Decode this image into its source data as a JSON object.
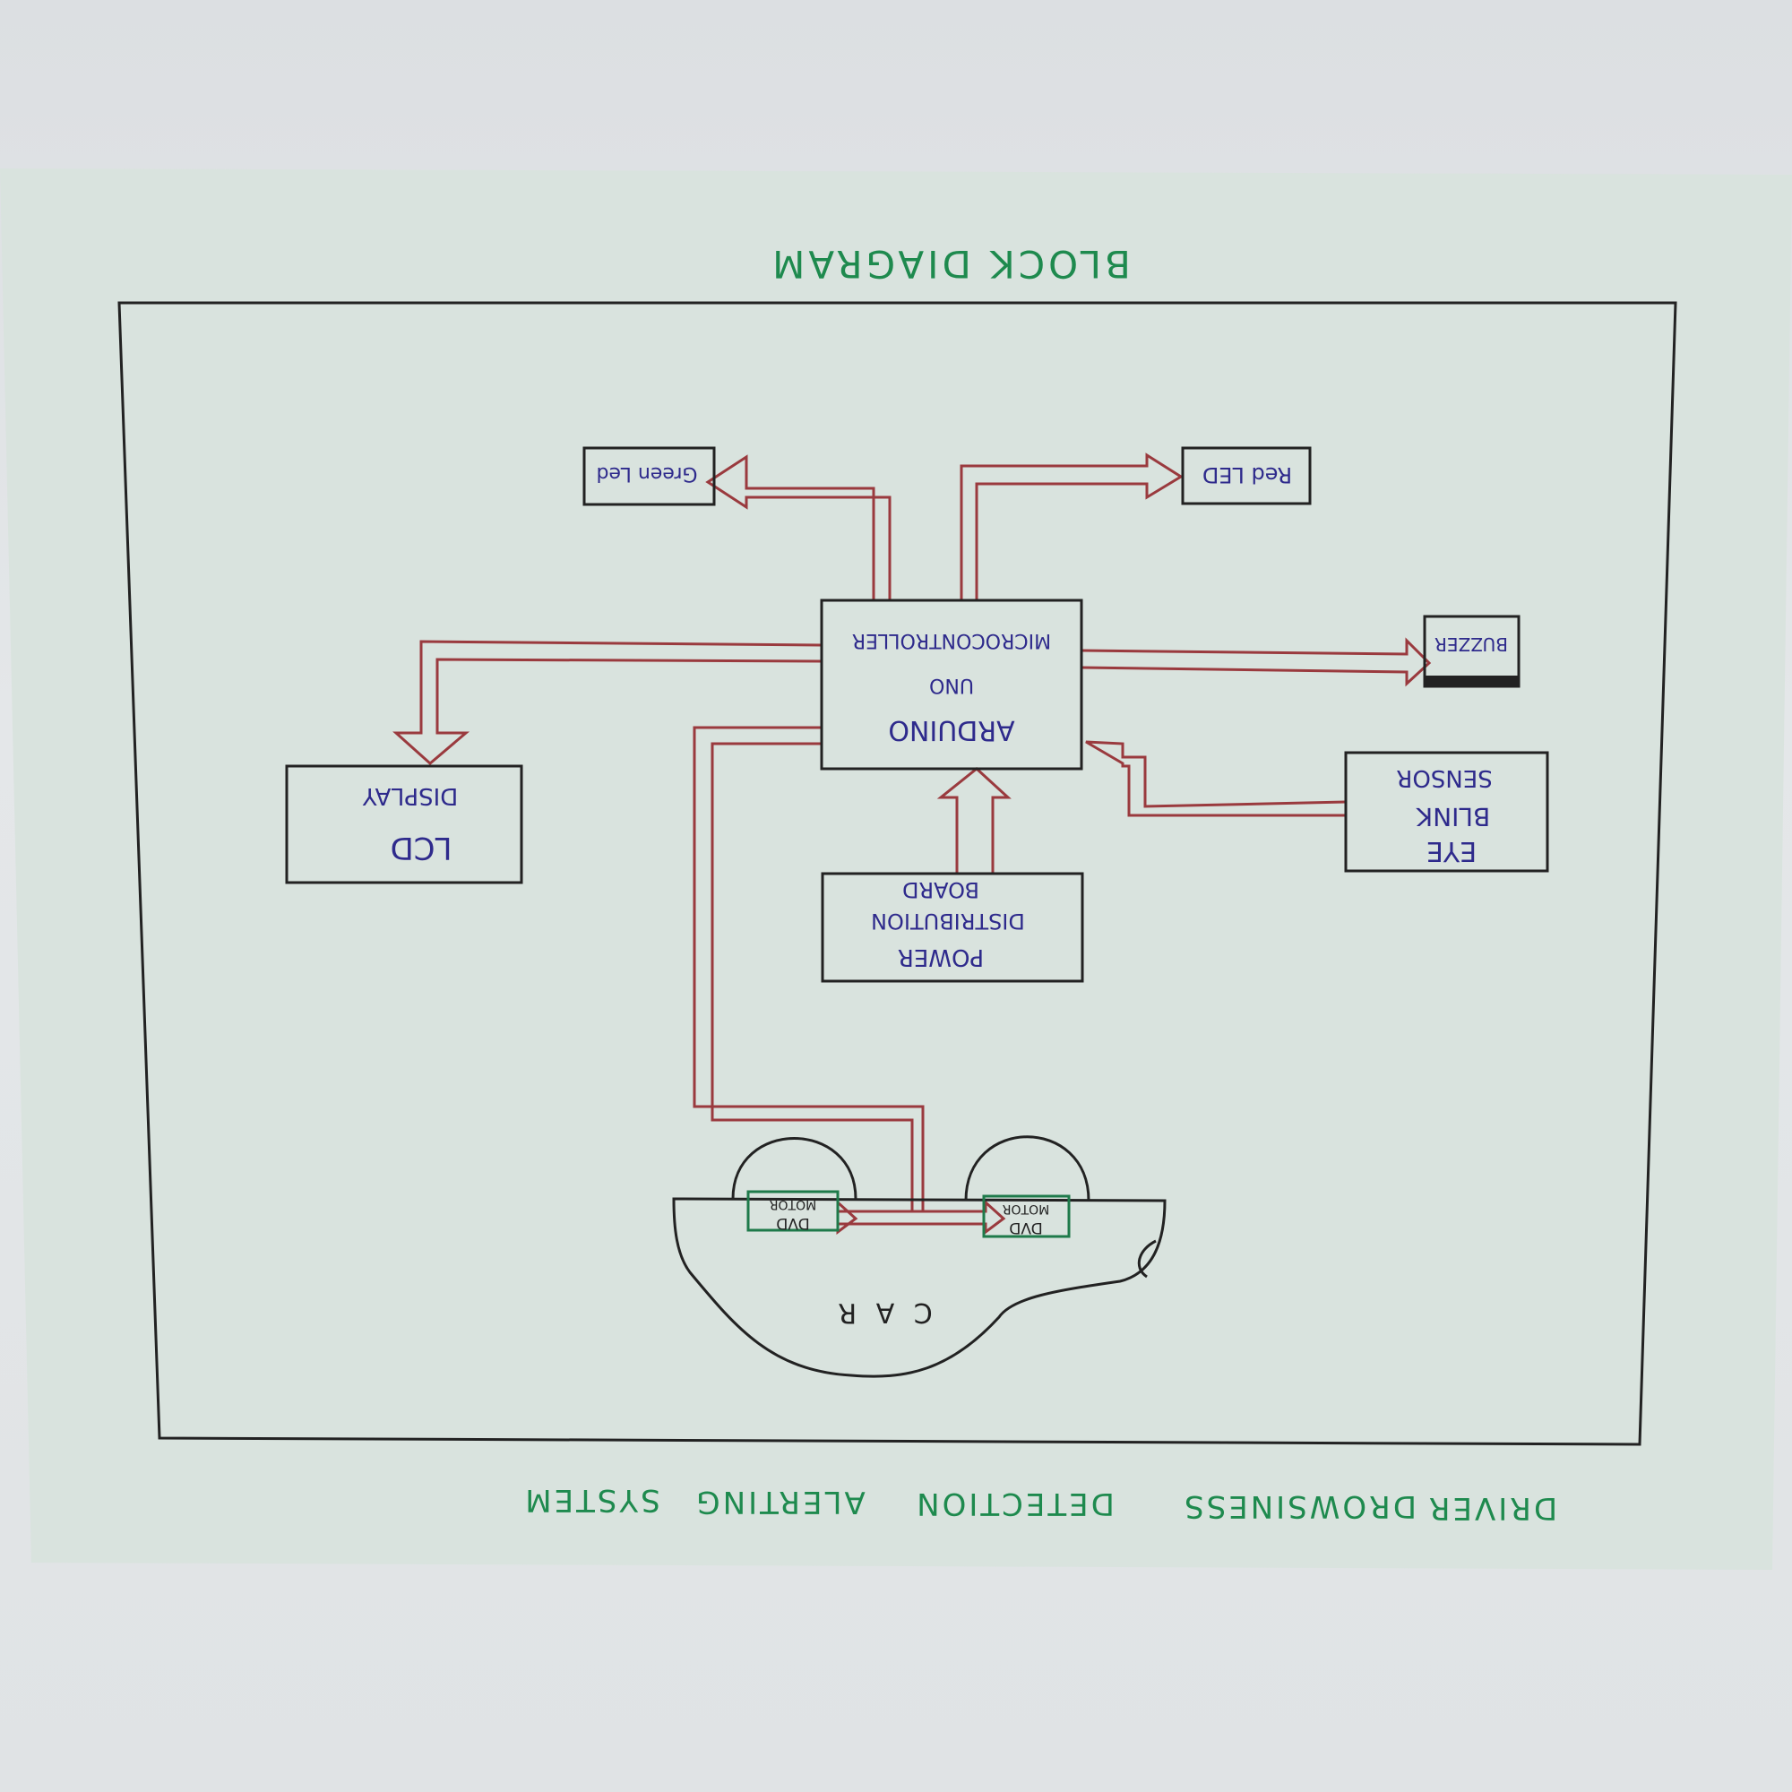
{
  "title": "BLOCK DIAGRAM",
  "footer": {
    "words": [
      "DRIVER",
      "DROWSINESS",
      "DETECTION",
      "ALERTING",
      "SYSTEM"
    ]
  },
  "blocks": {
    "arduino": {
      "line1": "MICROCONTROLLER",
      "line2": "UNO",
      "line3": "ARDUINO"
    },
    "lcd": {
      "line1": "LCD",
      "line2": "DISPLAY"
    },
    "power": {
      "line1": "POWER",
      "line2": "DISTRIBUTION",
      "line3": "BOARD"
    },
    "eye": {
      "line1": "EYE",
      "line2": "BLINK",
      "line3": "SENSOR"
    },
    "green_led": {
      "label": "Green Led"
    },
    "red_led": {
      "label": "Red LED"
    },
    "buzzer": {
      "label": "BUZZER"
    },
    "car": {
      "label": "C A R"
    },
    "motor_left": {
      "line1": "DVD",
      "line2": "MOTOR"
    },
    "motor_right": {
      "line1": "DVD",
      "line2": "MOTOR"
    }
  },
  "colors": {
    "paper": "#d9e3de",
    "ink": "#222222",
    "arrow": "#9a3a3e",
    "label": "#2e2a8c",
    "title": "#1e8a4e"
  }
}
